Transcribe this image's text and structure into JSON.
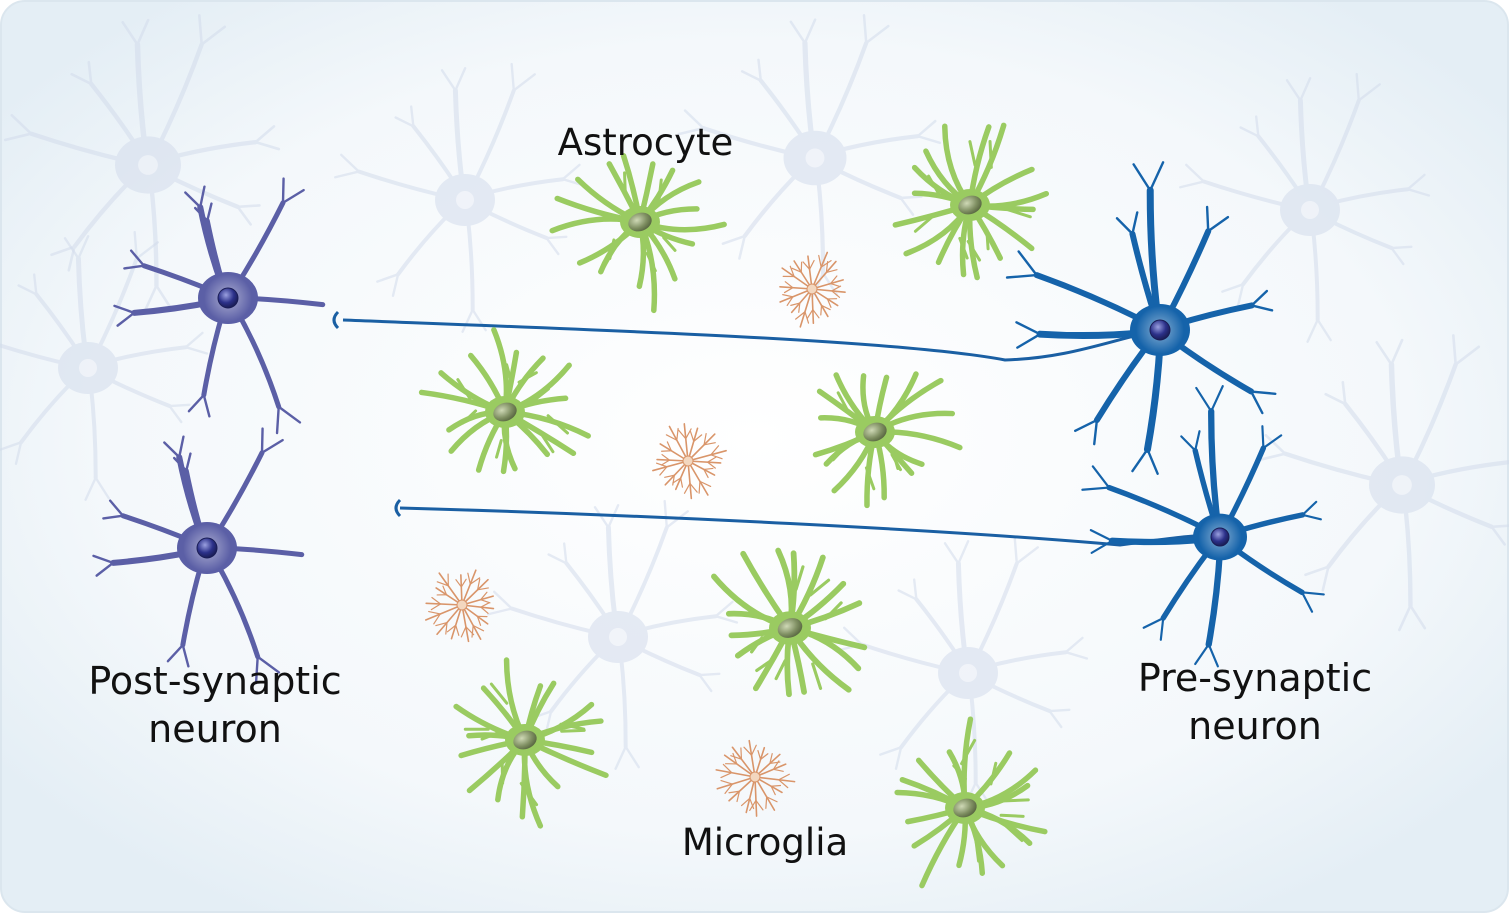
{
  "labels": {
    "astrocyte": "Astrocyte",
    "microglia": "Microglia",
    "post_synaptic_line1": "Post-synaptic",
    "post_synaptic_line2": "neuron",
    "pre_synaptic_line1": "Pre-synaptic",
    "pre_synaptic_line2": "neuron"
  },
  "colors": {
    "background_center": "#ffffff",
    "background_edge": "#e9f1f7",
    "frame": "#d8e3ec",
    "post_synaptic_neuron": "#5b5fa6",
    "pre_synaptic_neuron": "#1563aa",
    "axon": "#1a5fa3",
    "astrocyte_process": "#9acb61",
    "astrocyte_nucleus": "#7d8f5c",
    "microglia": "#d9956a",
    "faded_neuron": "#d3dcec",
    "nucleus": "#2a2f7a"
  }
}
